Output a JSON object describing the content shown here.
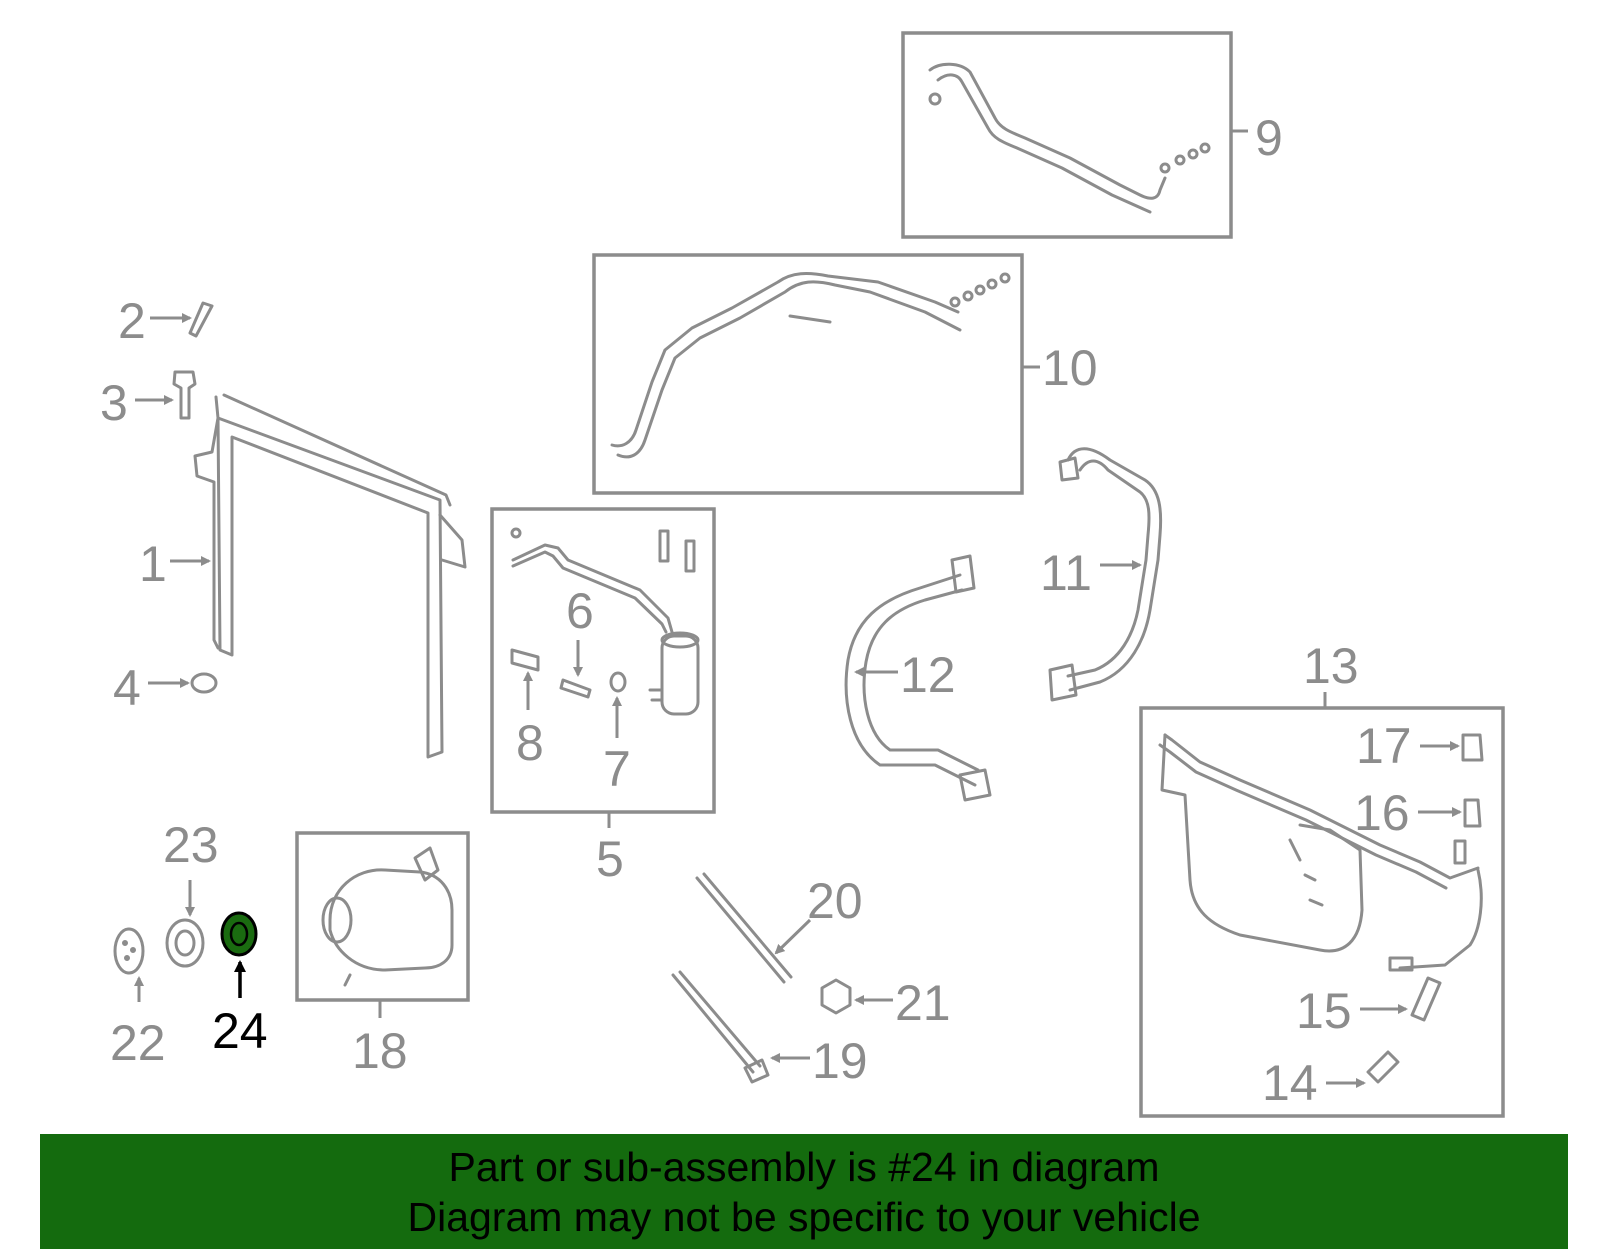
{
  "callouts": {
    "c1": "1",
    "c2": "2",
    "c3": "3",
    "c4": "4",
    "c5": "5",
    "c6": "6",
    "c7": "7",
    "c8": "8",
    "c9": "9",
    "c10": "10",
    "c11": "11",
    "c12": "12",
    "c13": "13",
    "c14": "14",
    "c15": "15",
    "c16": "16",
    "c17": "17",
    "c18": "18",
    "c19": "19",
    "c20": "20",
    "c21": "21",
    "c22": "22",
    "c23": "23",
    "c24": "24"
  },
  "highlight": {
    "part_number": "24",
    "color": "#1a6b10"
  },
  "colors": {
    "line": "#8c8c8c",
    "banner_bg": "#146b0e",
    "banner_text": "#000000"
  },
  "banner": {
    "line1": "Part or sub-assembly is #24 in diagram",
    "line2": "Diagram may not be specific to your vehicle"
  }
}
